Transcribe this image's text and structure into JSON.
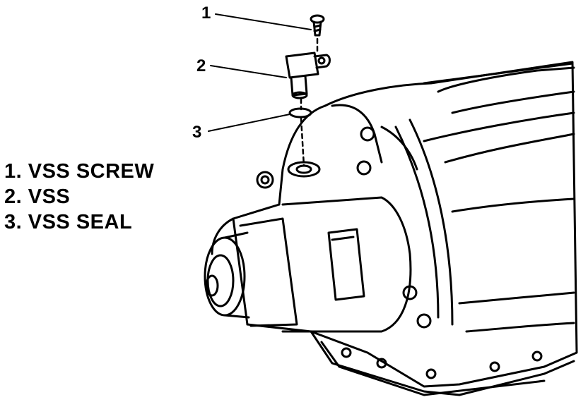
{
  "callouts": [
    {
      "number": "1"
    },
    {
      "number": "2"
    },
    {
      "number": "3"
    }
  ],
  "legend": [
    {
      "text": "1. VSS SCREW"
    },
    {
      "text": "2. VSS"
    },
    {
      "text": "3. VSS SEAL"
    }
  ],
  "colors": {
    "ink": "#000000",
    "paper": "#ffffff"
  }
}
